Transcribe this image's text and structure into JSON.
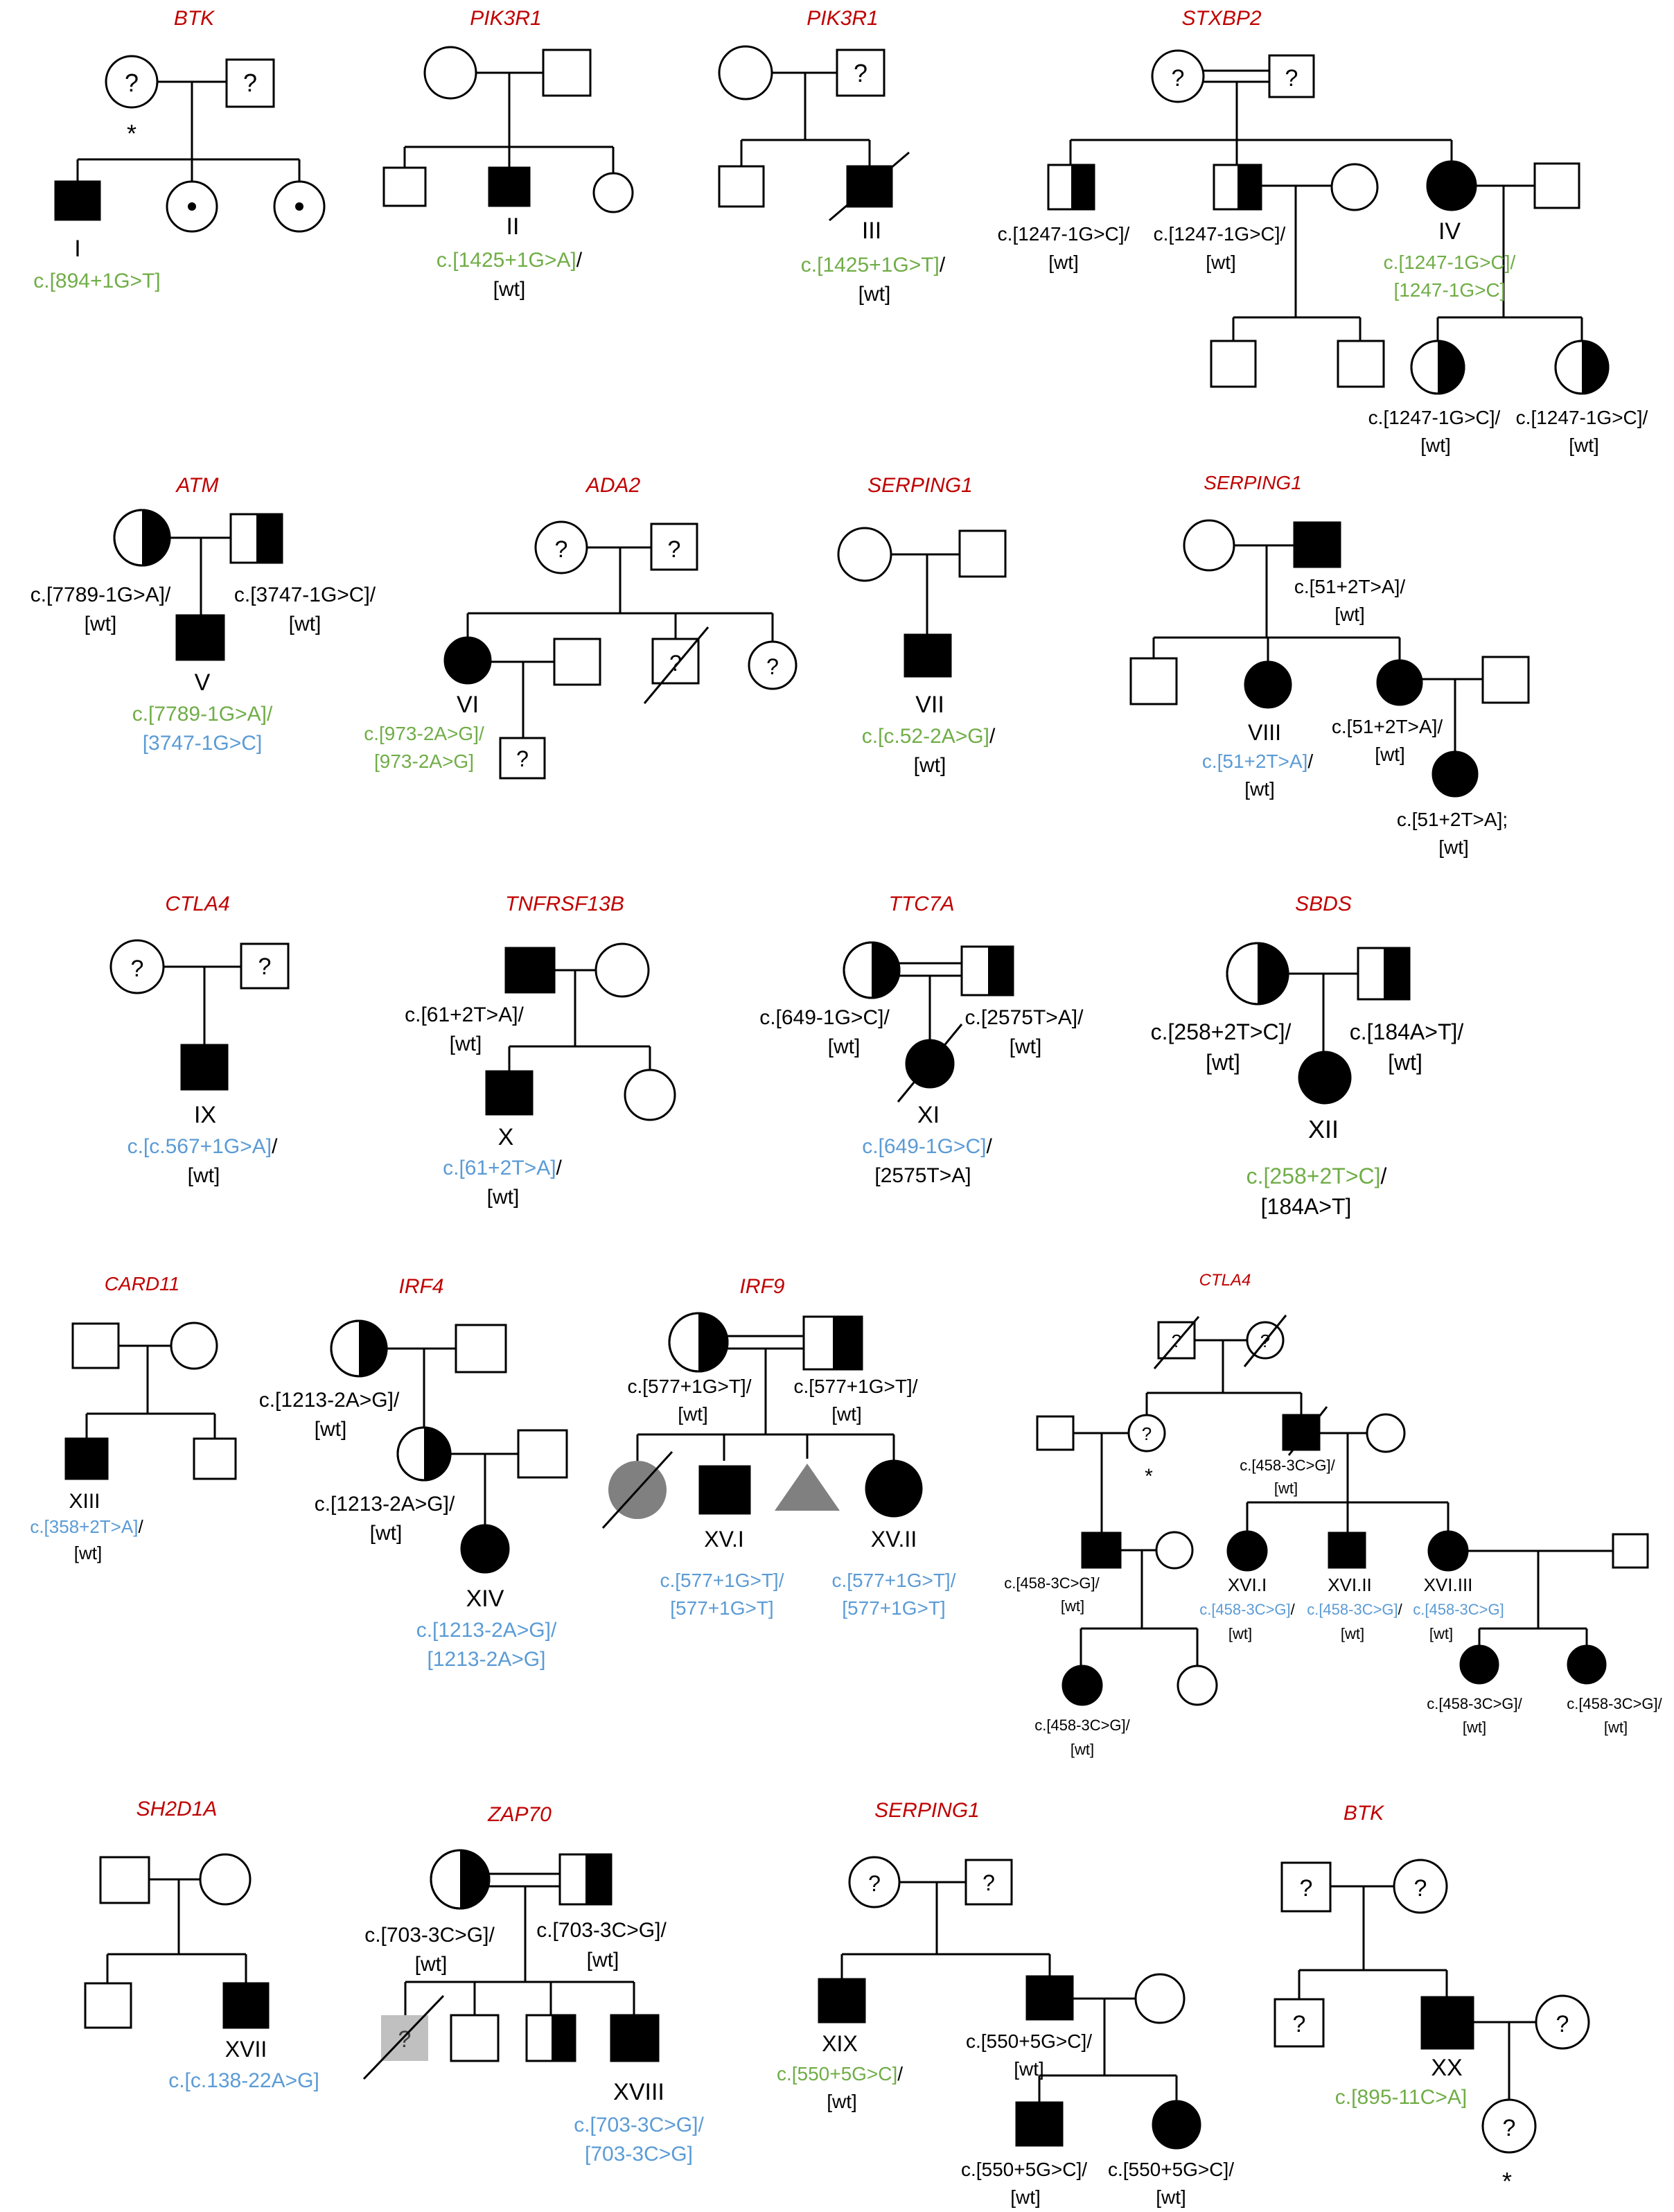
{
  "colors": {
    "gene": "#c00000",
    "green": "#70ad47",
    "blue": "#5b9bd5",
    "black": "#000000",
    "grey": "#808080",
    "lightgrey": "#c0c0c0"
  },
  "texts": {
    "gene": {
      "btk1": "BTK",
      "pik3r1a": "PIK3R1",
      "pik3r1b": "PIK3R1",
      "stxbp2": "STXBP2",
      "atm": "ATM",
      "ada2": "ADA2",
      "serping1a": "SERPING1",
      "serping1b": "SERPING1",
      "ctla4a": "CTLA4",
      "tnfrsf13b": "TNFRSF13B",
      "ttc7a": "TTC7A",
      "sbds": "SBDS",
      "card11": "CARD11",
      "irf4": "IRF4",
      "irf9": "IRF9",
      "ctla4b": "CTLA4",
      "sh2d1a": "SH2D1A",
      "zap70": "ZAP70",
      "serping1c": "SERPING1",
      "btk2": "BTK"
    },
    "sym": {
      "q": "?",
      "star": "*"
    },
    "label": {
      "I": "I",
      "II": "II",
      "III": "III",
      "IV": "IV",
      "V": "V",
      "VI": "VI",
      "VII": "VII",
      "VIII": "VIII",
      "IX": "IX",
      "X": "X",
      "XI": "XI",
      "XII": "XII",
      "XIII": "XIII",
      "XIV": "XIV",
      "XVI": "XV.I",
      "XVII_": "XV.II",
      "XVI_I": "XVI.I",
      "XVI_II": "XVI.II",
      "XVI_III": "XVI.III",
      "XVIIn": "XVII",
      "XVIII": "XVIII",
      "XIX": "XIX",
      "XX": "XX"
    },
    "v": {
      "p1_g": "c.[894+1G>T]",
      "p2_g": "c.[1425+1G>A]",
      "sl": "/",
      "wt": "[wt]",
      "p3_g": "c.[1425+1G>T]",
      "p4_a": "c.[1247-1G>C]/",
      "p4_g1": "c.[1247-1G>C]/",
      "p4_g2": "[1247-1G>C]",
      "p5_m": "c.[7789-1G>A]/",
      "p5_f": "c.[3747-1G>C]/",
      "p5_g": "c.[7789-1G>A]/",
      "p5_b": "[3747-1G>C]",
      "p6_g1": "c.[973-2A>G]/",
      "p6_g2": "[973-2A>G]",
      "p7_g": "c.[c.52-2A>G]",
      "p8_f": "c.[51+2T>A]/",
      "p8_b": "c.[51+2T>A]",
      "p8_gc": "c.[51+2T>A];",
      "p9_b": "c.[c.567+1G>A]",
      "p10_f": "c.[61+2T>A]/",
      "p10_b": "c.[61+2T>A]",
      "p11_m": "c.[649-1G>C]/",
      "p11_f": "c.[2575T>A]/",
      "p11_b": "c.[649-1G>C]",
      "p11_k": "[2575T>A]",
      "p12_m": "c.[258+2T>C]/",
      "p12_f": "c.[184A>T]/",
      "p12_g": "c.[258+2T>C]",
      "p12_k": "[184A>T]",
      "p13_b": "c.[358+2T>A]",
      "p14_k": "c.[1213-2A>G]/",
      "p14_b1": "c.[1213-2A>G]/",
      "p14_b2": "[1213-2A>G]",
      "p15_k": "c.[577+1G>T]/",
      "p15_b1": "c.[577+1G>T]/",
      "p15_b2": "[577+1G>T]",
      "p16_k": "c.[458-3C>G]/",
      "p16_b": "c.[458-3C>G]",
      "p17_b": "c.[c.138-22A>G]",
      "p18_k": "c.[703-3C>G]/",
      "p18_b1": "c.[703-3C>G]/",
      "p18_b2": "[703-3C>G]",
      "p19_g": "c.[550+5G>C]",
      "p19_k": "c.[550+5G>C]/",
      "p20_g": "c.[895-11C>A]"
    }
  }
}
